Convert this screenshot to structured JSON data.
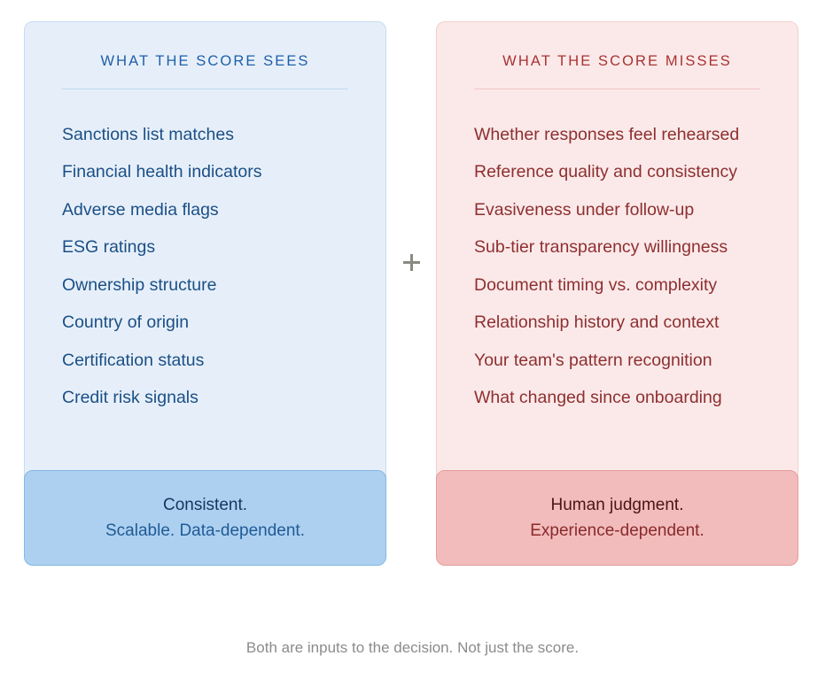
{
  "panels": [
    {
      "id": "what-the-score-sees",
      "title": "WHAT THE SCORE SEES",
      "accent": "#1f5fa8",
      "background": "#e6eff9",
      "border": "#c5dcf2",
      "items": [
        "Sanctions list matches",
        "Financial health indicators",
        "Adverse media flags",
        "ESG ratings",
        "Ownership structure",
        "Country of origin",
        "Certification status",
        "Credit risk signals"
      ],
      "callout": {
        "primary": "Consistent.",
        "secondary": "Scalable. Data-dependent.",
        "background": "#aed0f0",
        "border": "#84b6e4"
      }
    },
    {
      "id": "what-the-score-misses",
      "title": "WHAT THE SCORE MISSES",
      "accent": "#a83232",
      "background": "#fbe9e9",
      "border": "#f4cfcf",
      "items": [
        "Whether responses feel rehearsed",
        "Reference quality and consistency",
        "Evasiveness under follow-up",
        "Sub-tier transparency willingness",
        "Document timing vs. complexity",
        "Relationship history and context",
        "Your team's pattern recognition",
        "What changed since onboarding"
      ],
      "callout": {
        "primary": "Human judgment.",
        "secondary": "Experience-dependent.",
        "background": "#f2bcbc",
        "border": "#e79b9b"
      }
    }
  ],
  "separator": {
    "icon": "plus-icon",
    "symbol": "+",
    "color": "#8a8a82"
  },
  "caption": "Both are inputs to the decision. Not just the score."
}
